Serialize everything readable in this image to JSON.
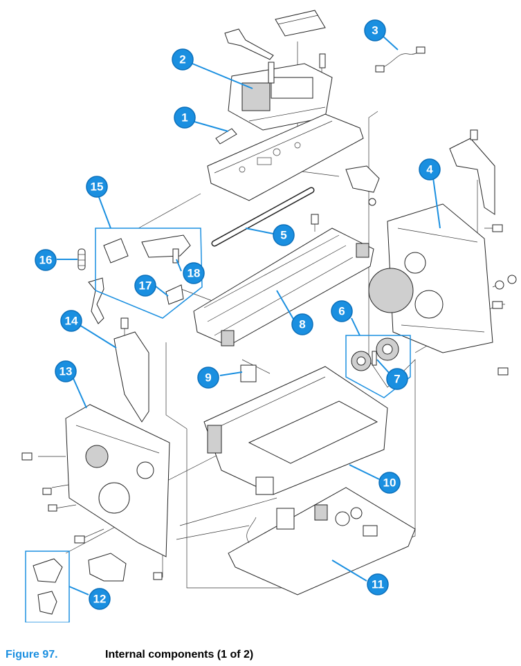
{
  "figure": {
    "number": "Figure 97.",
    "title": "Internal components (1 of 2)"
  },
  "callouts": [
    "1",
    "2",
    "3",
    "4",
    "5",
    "6",
    "7",
    "8",
    "9",
    "10",
    "11",
    "12",
    "13",
    "14",
    "15",
    "16",
    "17",
    "18"
  ],
  "colors": {
    "callout": "#1a8fe0",
    "caption_number": "#1a8fe0"
  }
}
